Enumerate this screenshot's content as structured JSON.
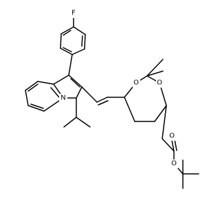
{
  "molecule": {
    "atom_labels": {
      "fluorine": "F",
      "indole_nitrogen": "N",
      "ring_oxygen_left": "O",
      "ring_oxygen_right": "O",
      "carbonyl_oxygen": "O",
      "ester_oxygen": "O"
    }
  }
}
